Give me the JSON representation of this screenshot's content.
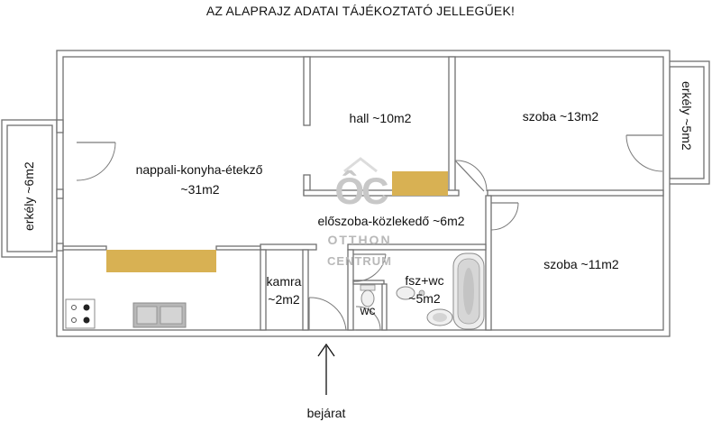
{
  "title": "AZ ALAPRAJZ ADATAI TÁJÉKOZTATÓ JELLEGŰEK!",
  "rooms": {
    "nappali": {
      "name": "nappali-konyha-étekző",
      "area": "~31m2"
    },
    "hall": {
      "label": "hall ~10m2"
    },
    "szoba1": {
      "label": "szoba ~13m2"
    },
    "erkely_right": {
      "label": "erkély ~5m2"
    },
    "erkely_left": {
      "label": "erkély ~6m2"
    },
    "eloszoba": {
      "label": "előszoba-közlekedő ~6m2"
    },
    "szoba2": {
      "label": "szoba ~11m2"
    },
    "kamra": {
      "name": "kamra",
      "area": "~2m2"
    },
    "wc": {
      "label": "wc"
    },
    "fsz": {
      "name": "fsz+wc",
      "area": "~5m2"
    }
  },
  "entrance": {
    "label": "bejárat"
  },
  "watermark": {
    "mark": "ÔC",
    "line1": "OTTHON",
    "line2": "CENTRUM"
  },
  "colors": {
    "wall": "#707070",
    "furniture_highlight": "#d8b153",
    "watermark": "#c8c8c8"
  }
}
